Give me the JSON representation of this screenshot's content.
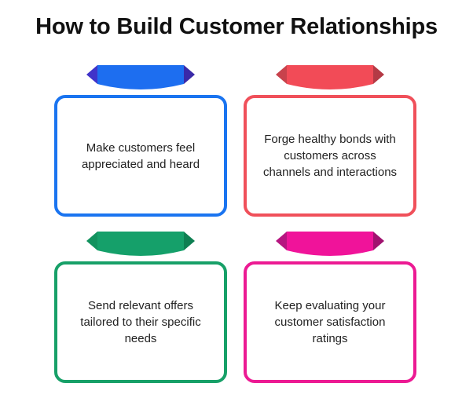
{
  "title": "How to Build Customer Relationships",
  "cards": [
    {
      "text": "Make customers feel appreciated and heard",
      "color": "#1a74f0",
      "ribbon_color": "#1d6ef0",
      "fold_left": "#4033c9",
      "fold_right": "#3a2aa8"
    },
    {
      "text": "Forge healthy bonds with customers across channels and interactions",
      "color": "#f0505a",
      "ribbon_color": "#f24b57",
      "fold_left": "#c8424c",
      "fold_right": "#b43a45"
    },
    {
      "text": "Send relevant offers tailored to their specific needs",
      "color": "#17a068",
      "ribbon_color": "#15a06a",
      "fold_left": "#12925e",
      "fold_right": "#0e7f52"
    },
    {
      "text": "Keep evaluating your customer satisfaction ratings",
      "color": "#ec1a93",
      "ribbon_color": "#f0139a",
      "fold_left": "#b61580",
      "fold_right": "#a0126f"
    }
  ]
}
